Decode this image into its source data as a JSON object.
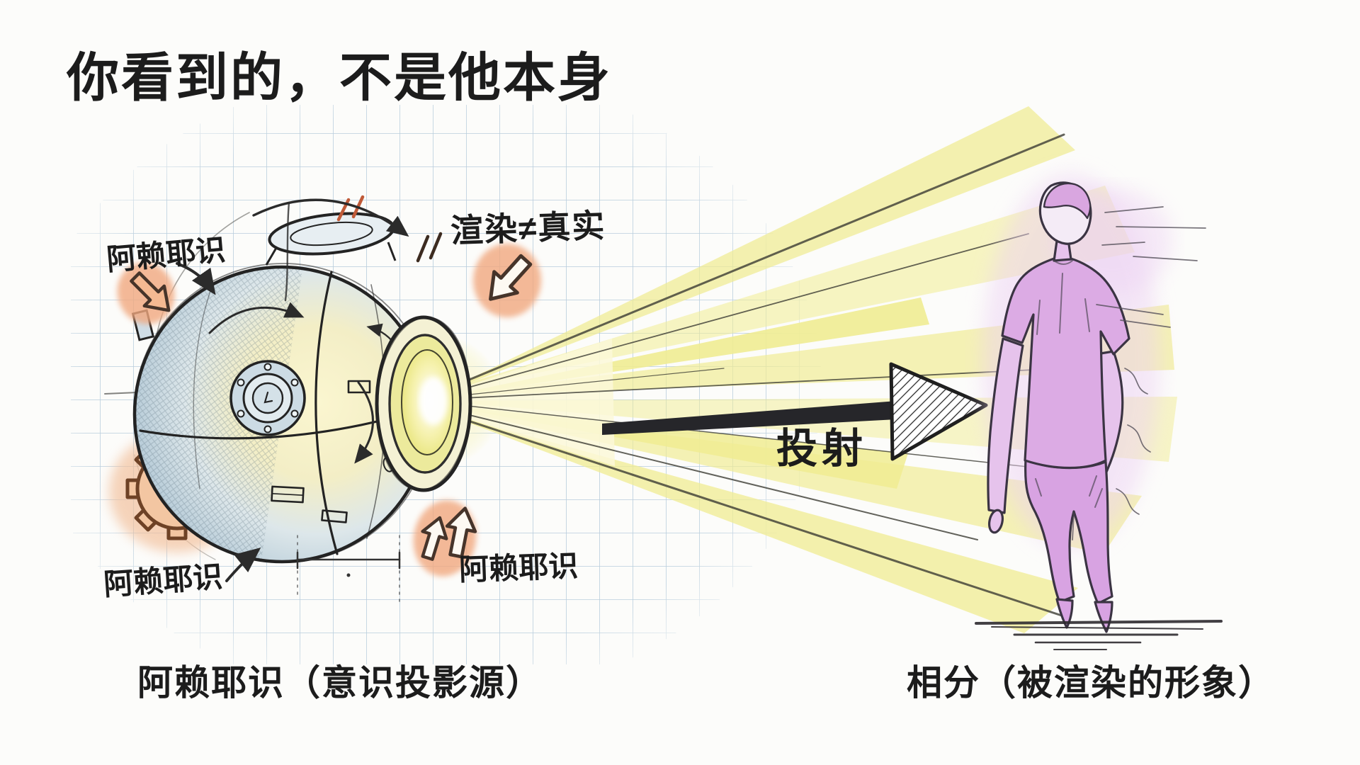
{
  "title": {
    "text": "你看到的，不是他本身"
  },
  "diagram": {
    "sphere_label_top": "阿赖耶识",
    "sphere_label_bottom_left": "阿赖耶识",
    "sphere_label_bottom_mid": "阿赖耶识",
    "render_note": "渲染≠真实",
    "arrow_label": "投射",
    "caption_source": "阿赖耶识（意识投影源）",
    "caption_result": "相分（被渲染的形象）"
  },
  "colors": {
    "background": "#fcfcfa",
    "grid_line": "#b3c9da",
    "sketch_ink": "#2b2b2b",
    "sphere_blue": "#c3d5e1",
    "sphere_glow": "#f6f0b4",
    "beam_yellow": "#efec8f",
    "accent_peach": "#f1a87f",
    "gear_brown": "#6e4226",
    "figure_purple": "#dcabe4",
    "text_black": "#1c1c1c"
  }
}
